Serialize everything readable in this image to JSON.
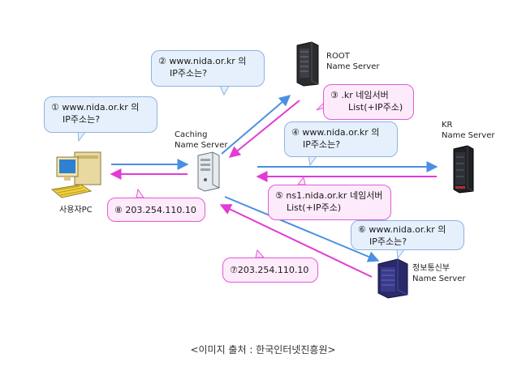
{
  "colors": {
    "blue_arrow": "#4a90e2",
    "pink_arrow": "#e23bd6",
    "blue_bubble_fill": "#e6f0fc",
    "pink_bubble_fill": "#fdeafa"
  },
  "bubbles": [
    {
      "id": "q1",
      "num": "①",
      "line1": "www.nida.or.kr 의",
      "line2": "IP주소는?",
      "style": "blue"
    },
    {
      "id": "q2",
      "num": "②",
      "line1": "www.nida.or.kr 의",
      "line2": "IP주소는?",
      "style": "blue"
    },
    {
      "id": "a3",
      "num": "③",
      "line1": ".kr 네임서버",
      "line2": "List(+IP주소)",
      "style": "pink"
    },
    {
      "id": "q4",
      "num": "④",
      "line1": "www.nida.or.kr 의",
      "line2": "IP주소는?",
      "style": "blue"
    },
    {
      "id": "a5",
      "num": "⑤",
      "line1": "ns1.nida.or.kr 네임서버",
      "line2": "List(+IP주소)",
      "style": "pink"
    },
    {
      "id": "q6",
      "num": "⑥",
      "line1": "www.nida.or.kr 의",
      "line2": "IP주소는?",
      "style": "blue"
    },
    {
      "id": "a7",
      "num": "⑦",
      "line1": "203.254.110.10",
      "style": "pink"
    },
    {
      "id": "a8",
      "num": "⑧",
      "line1": "203.254.110.10",
      "style": "pink"
    }
  ],
  "nodes": {
    "pc": {
      "label": "사용자PC",
      "icon": "user-pc-icon"
    },
    "caching": {
      "label1": "Caching",
      "label2": "Name Server",
      "icon": "caching-server-icon"
    },
    "root": {
      "label1": "ROOT",
      "label2": "Name Server",
      "icon": "root-server-icon"
    },
    "kr": {
      "label1": "KR",
      "label2": "Name Server",
      "icon": "kr-server-icon"
    },
    "info": {
      "label1": "정보통신부",
      "label2": "Name Server",
      "icon": "info-server-icon"
    }
  },
  "caption": "<이미지 출처 : 한국인터넷진흥원>"
}
